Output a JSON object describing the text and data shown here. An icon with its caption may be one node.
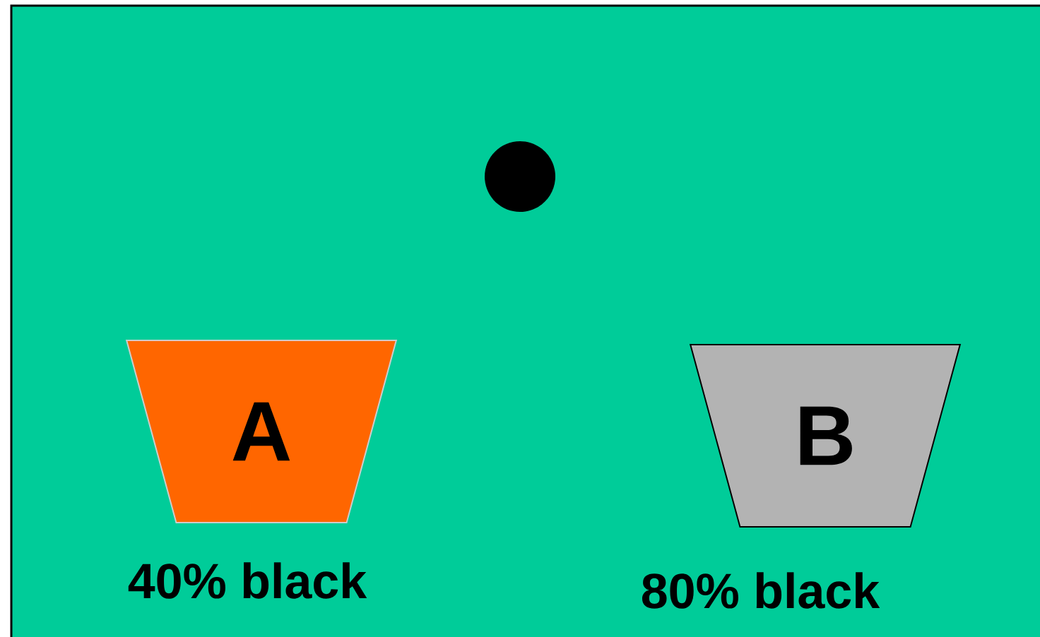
{
  "diagram": {
    "nodes": [
      {
        "text": [
          "A"
        ],
        "beside": [
          "40% black"
        ]
      },
      {
        "text": [
          "B"
        ],
        "beside": [
          "80% black"
        ]
      }
    ]
  }
}
